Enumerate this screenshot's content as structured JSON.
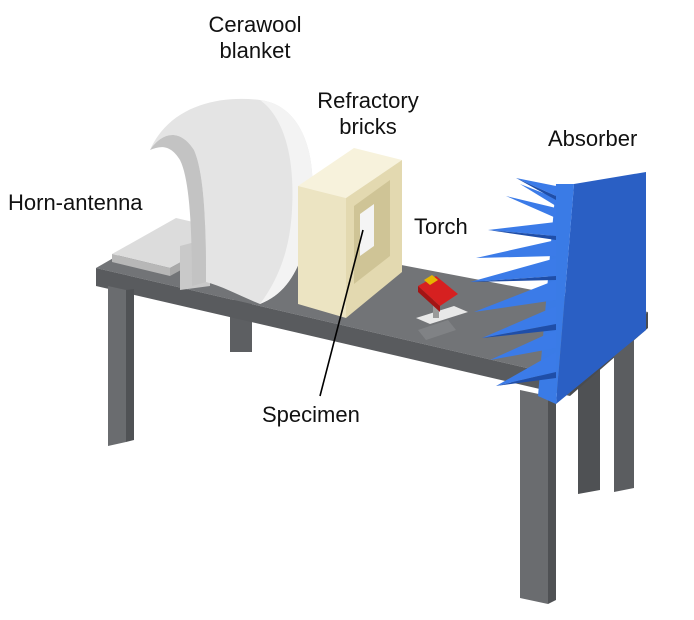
{
  "labels": {
    "cerawool_line1": "Cerawool",
    "cerawool_line2": "blanket",
    "refractory_line1": "Refractory",
    "refractory_line2": "bricks",
    "absorber": "Absorber",
    "horn": "Horn-antenna",
    "torch": "Torch",
    "specimen": "Specimen"
  },
  "colors": {
    "table_top": "#6f7174",
    "table_leg": "#6d6f72",
    "brick": "#efe8cc",
    "blanket": "#e6e6e6",
    "absorber": "#2f6fd8",
    "torch": "#d61f1f"
  }
}
